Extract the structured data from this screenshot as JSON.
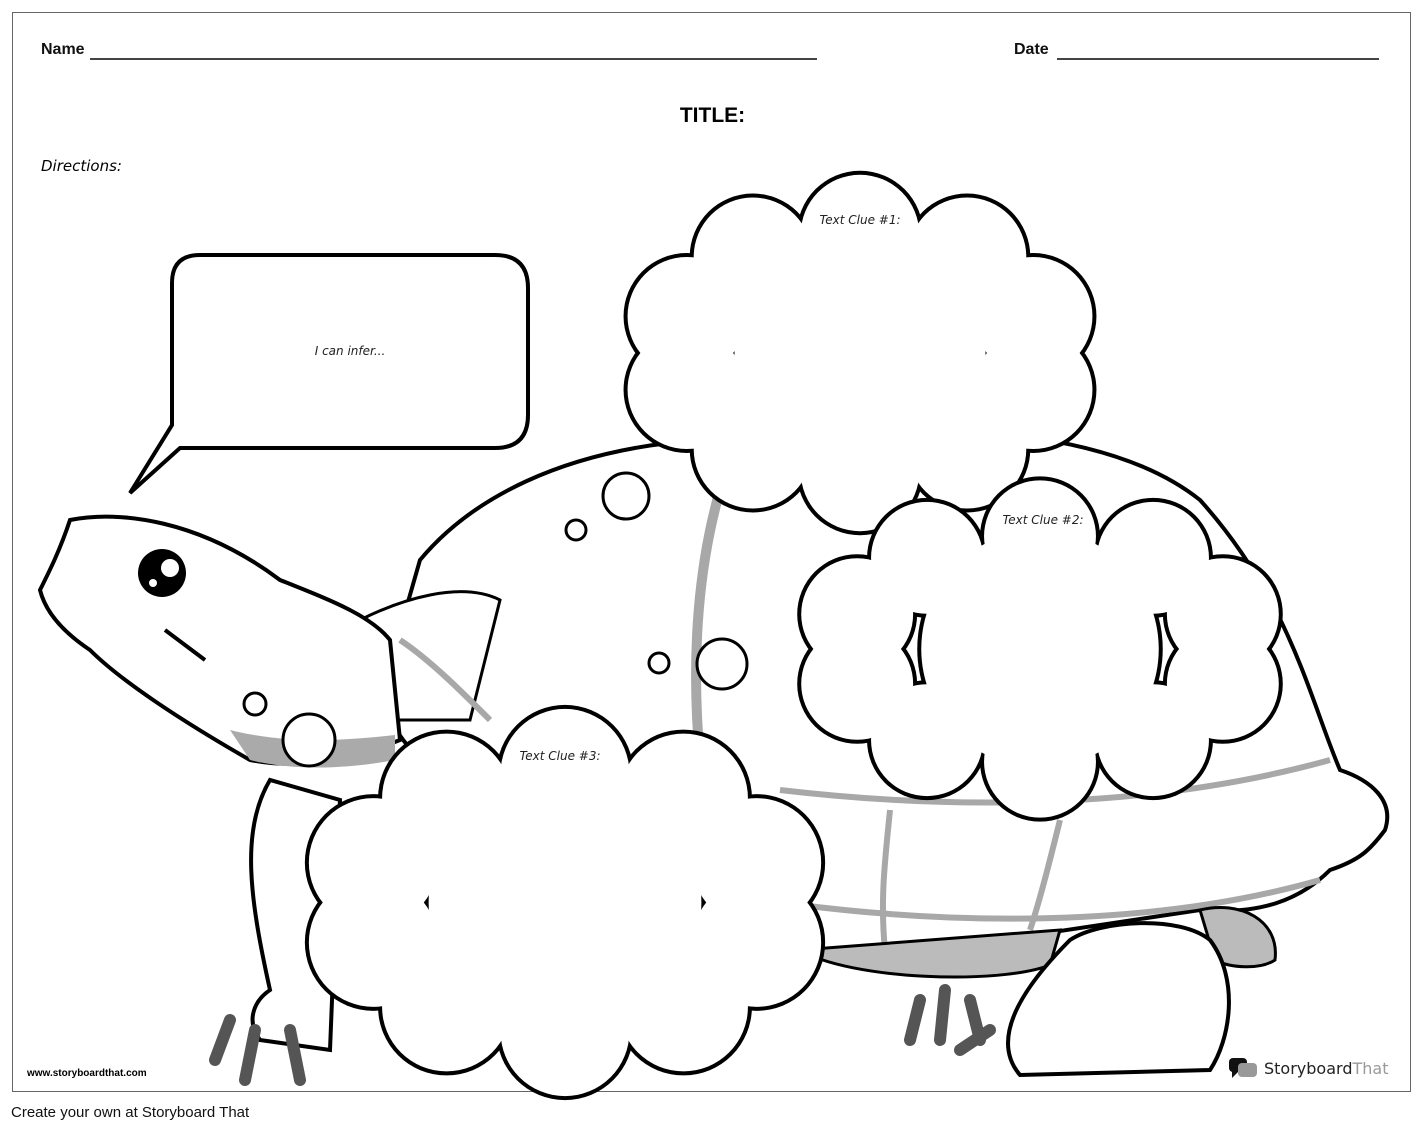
{
  "header": {
    "name_label": "Name",
    "date_label": "Date",
    "title_label": "TITLE:",
    "directions_label": "Directions:"
  },
  "organizer": {
    "speech_bubble": "I can infer...",
    "clouds": [
      "Text Clue #1:",
      "Text Clue #2:",
      "Text Clue #3:"
    ]
  },
  "branding": {
    "website": "www.storyboardthat.com",
    "logo_word1": "Storyboard",
    "logo_word2": "That",
    "logo_icon": "speech-bubbles-icon"
  },
  "footer": {
    "text": "Create your own at Storyboard That"
  },
  "colors": {
    "outline": "#000000",
    "shade": "#a8a8a8",
    "light_shade": "#d6d6d6",
    "claws": "#555555"
  }
}
